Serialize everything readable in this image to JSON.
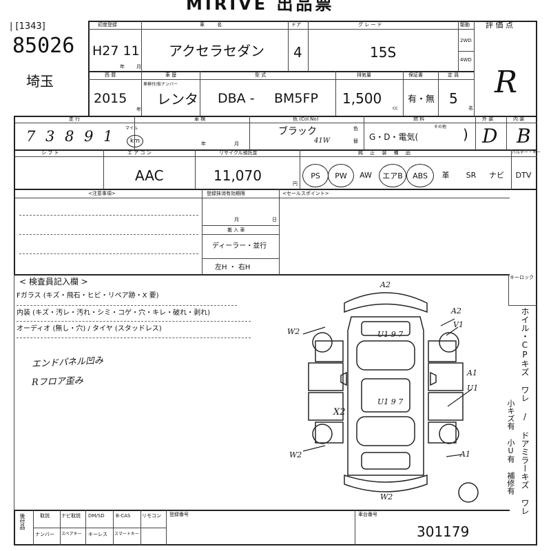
{
  "title": "MIRIVE 出品票",
  "auction_no": "| [1343]",
  "lot_no": "85026",
  "region": "埼玉",
  "labels": {
    "first_reg": "初度登録",
    "model_name": "車 名",
    "door": "ドア",
    "grade": "グ レ ー ド",
    "drive": "駆動",
    "score": "評 価 点",
    "yen": "年",
    "mon": "月",
    "year_label": "西 暦",
    "usage": "車 歴",
    "usage_sub": "車検付/仮ナンバー",
    "type_label": "型 式",
    "disp": "排気量",
    "warranty": "保証書",
    "capacity": "定 員",
    "mileage_label": "走 行",
    "inspection": "車 検",
    "color_label": "色 (Col.No)",
    "fuel_label": "燃 料",
    "exterior": "外 装",
    "interior": "内 装",
    "shift_label": "シ フ ト",
    "ac_label": "エ ア コ ン",
    "recycle_label": "リサイクル預託金",
    "options_label": "純 正 装 備 品",
    "keyless": "パルチー・キー",
    "notes_label": "<注意事項>",
    "valid_label": "登録抹消有効期限",
    "sales_point": "<セールスポイント>",
    "entry_label": "搬 入 車",
    "inspector_label": "< 検査員記入欄 >",
    "keylock": "キーロック",
    "frame_no_label": "車台番号",
    "reg_no_label": "登録番号",
    "mileage_unit_top": "マイル",
    "mileage_unit_bot": "km",
    "cc": "cc",
    "person": "名",
    "yen_unit": "円",
    "month_short": "月",
    "day_short": "日",
    "other_label": "その他",
    "color_sub": "色",
    "color_sub2": "替",
    "year_mark": "年",
    "month_mark": "月",
    "of_mark": "( ",
    "y_mark": "年",
    "m_mark": "月"
  },
  "values": {
    "first_reg": "H27 11",
    "model_name": "アクセラセダン",
    "door": "4",
    "grade": "15S",
    "drive_2wd": "2WD",
    "drive_4wd": "4WD",
    "score": "R",
    "year": "2015",
    "usage": "レンタ",
    "type_prefix": "DBA -",
    "type_code": "BM5FP",
    "disp": "1,500",
    "warranty": "有・無",
    "capacity": "5",
    "mileage": "7 3 8 9 1",
    "color": "ブラック",
    "color_code": "41W",
    "fuel": "G・D・電気(",
    "fuel_close": ")",
    "exterior": "D",
    "interior": "B",
    "ac": "AAC",
    "recycle": "11,070",
    "entry_route": "ディーラー・並行",
    "drive_side": "左H ・ 右H",
    "frame_no": "301179"
  },
  "options": [
    "PS",
    "PW",
    "AW",
    "エアB",
    "ABS",
    "革",
    "SR",
    "ナビ",
    "DTV"
  ],
  "options_circled": [
    "PS",
    "PW",
    "エアB",
    "ABS"
  ],
  "inspector_lines": [
    "Fガラス (キズ・飛石・ヒビ・リペア跡・X 要)",
    "内装 (キズ・汚レ・汚れ・シミ・コゲ・穴・キレ・破れ・剥れ)",
    "オーディオ (無し・穴) / タイヤ (スタッドレス)"
  ],
  "handwritten_notes": [
    "エンドパネル凹み",
    "Rフロア歪み"
  ],
  "diagram_marks": [
    "A2",
    "A2",
    "W2",
    "U1 9 7",
    "V1",
    "A1",
    "U1",
    "U1 9 7",
    "X2",
    "W2",
    "A1",
    "W2"
  ],
  "side_note": "ホイル・CPキズ ワレ / ドアミラーキズ ワレ",
  "side_note2": "小キズ有 小U有 補修有",
  "bottom_labels": [
    "取説",
    "ナビ取説",
    "DM/SD",
    "B-CAS",
    "リモコン",
    "ナンバー",
    "スペアキー",
    "キーレス",
    "スマートキー"
  ],
  "bottom_left_label": "後付品"
}
